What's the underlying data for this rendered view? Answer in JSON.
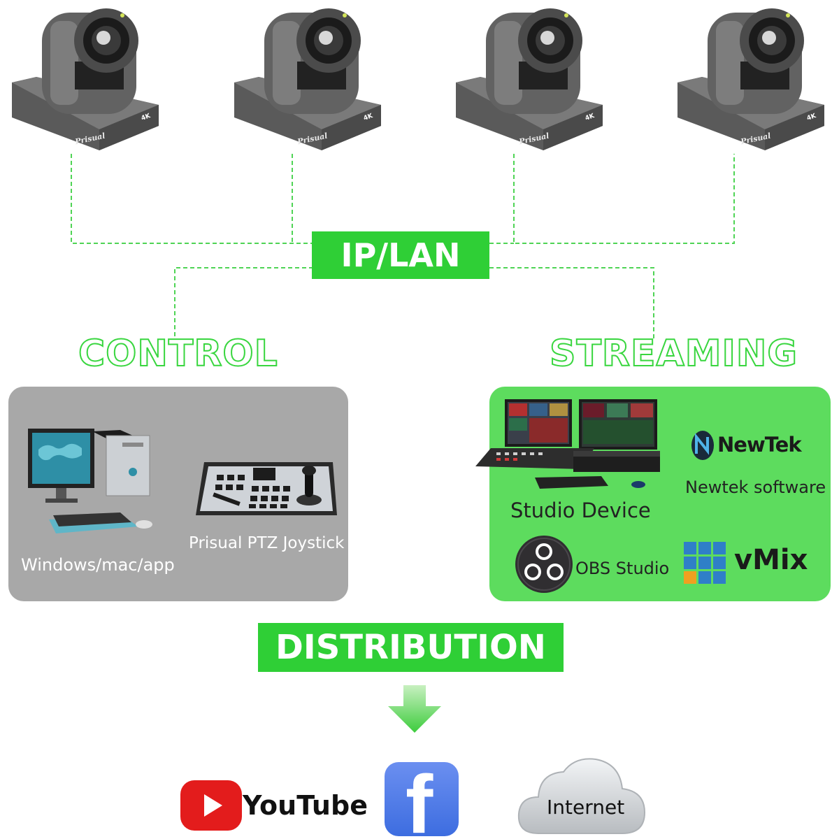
{
  "network": {
    "label": "IP/LAN"
  },
  "cameras": [
    {
      "brand": "Prisual",
      "badge": "4K"
    },
    {
      "brand": "Prisual",
      "badge": "4K"
    },
    {
      "brand": "Prisual",
      "badge": "4K"
    },
    {
      "brand": "Prisual",
      "badge": "4K"
    }
  ],
  "control": {
    "title": "CONTROL",
    "computer_label": "Windows/mac/app",
    "joystick_label": "Prisual PTZ Joystick"
  },
  "streaming": {
    "title": "STREAMING",
    "studio_label": "Studio Device",
    "newtek_logo": "NewTek",
    "newtek_label": "Newtek software",
    "obs_label": "OBS Studio",
    "vmix_label": "vMix"
  },
  "distribution": {
    "label": "DISTRIBUTION",
    "youtube_label": "YouTube",
    "facebook_glyph": "f",
    "internet_label": "Internet"
  },
  "colors": {
    "accent_green": "#2fcf36",
    "streaming_panel": "#5ddc5e",
    "control_panel": "#a8a8a8",
    "dash_line": "#4fd455"
  }
}
